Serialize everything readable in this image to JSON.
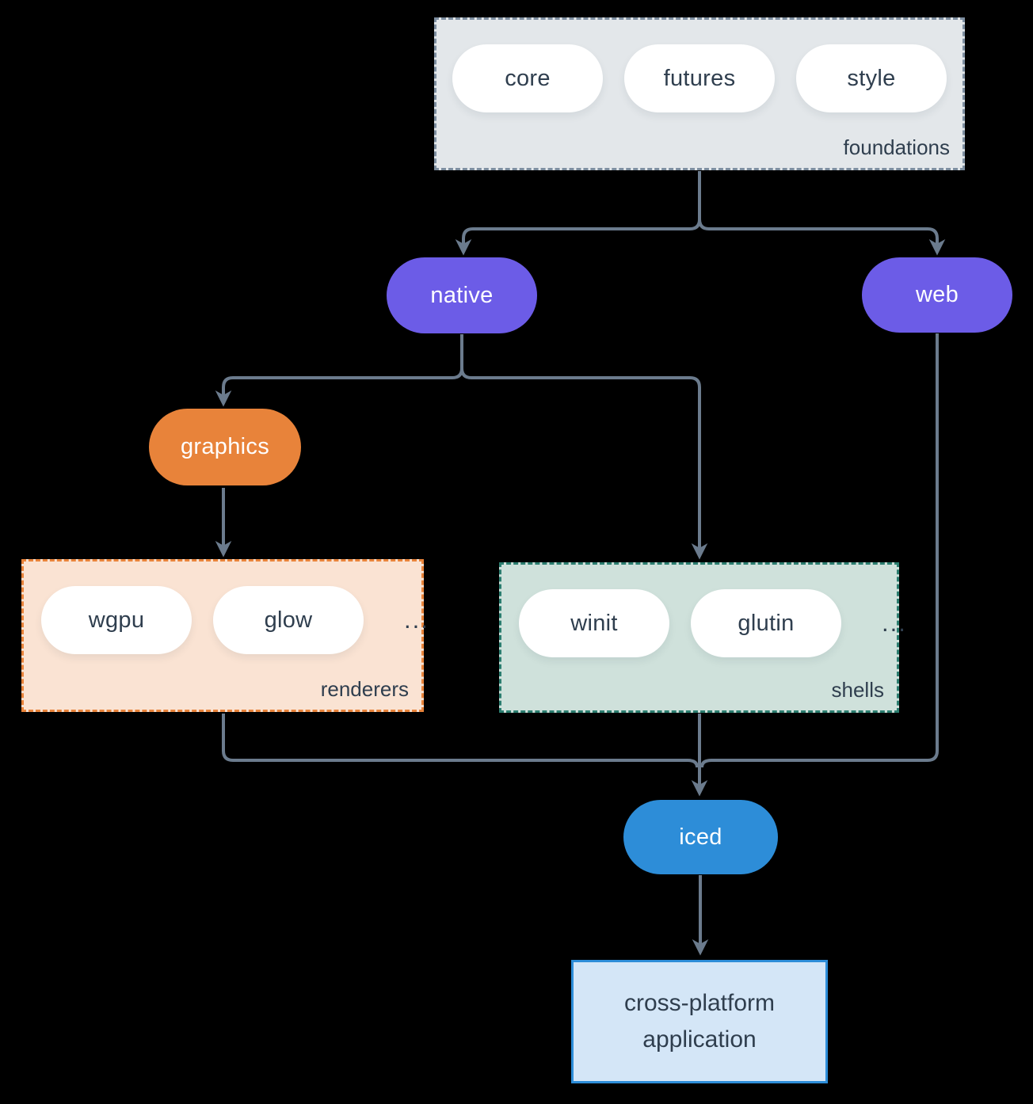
{
  "colors": {
    "background": "#000000",
    "connector": "#6b7b8d",
    "platform_purple": "#6c5ce7",
    "graphics_orange": "#e8833a",
    "iced_blue": "#2d8dd8",
    "foundations_fill": "#e3e7ea",
    "foundations_border": "#7d8ea0",
    "renderers_fill": "#fae3d3",
    "renderers_border": "#e8833a",
    "shells_fill": "#cfe1db",
    "shells_border": "#2b7d6f",
    "application_fill": "#d4e6f7",
    "application_border": "#2d8dd8",
    "dark_text": "#2f3e4e",
    "pill_white": "#ffffff"
  },
  "foundations": {
    "label": "foundations",
    "items": [
      "core",
      "futures",
      "style"
    ]
  },
  "platforms": {
    "native": "native",
    "web": "web"
  },
  "graphics": {
    "label": "graphics"
  },
  "renderers": {
    "label": "renderers",
    "items": [
      "wgpu",
      "glow"
    ],
    "ellipsis": "..."
  },
  "shells": {
    "label": "shells",
    "items": [
      "winit",
      "glutin"
    ],
    "ellipsis": "..."
  },
  "iced": {
    "label": "iced"
  },
  "application": {
    "lines": [
      "cross-platform",
      "application"
    ]
  }
}
